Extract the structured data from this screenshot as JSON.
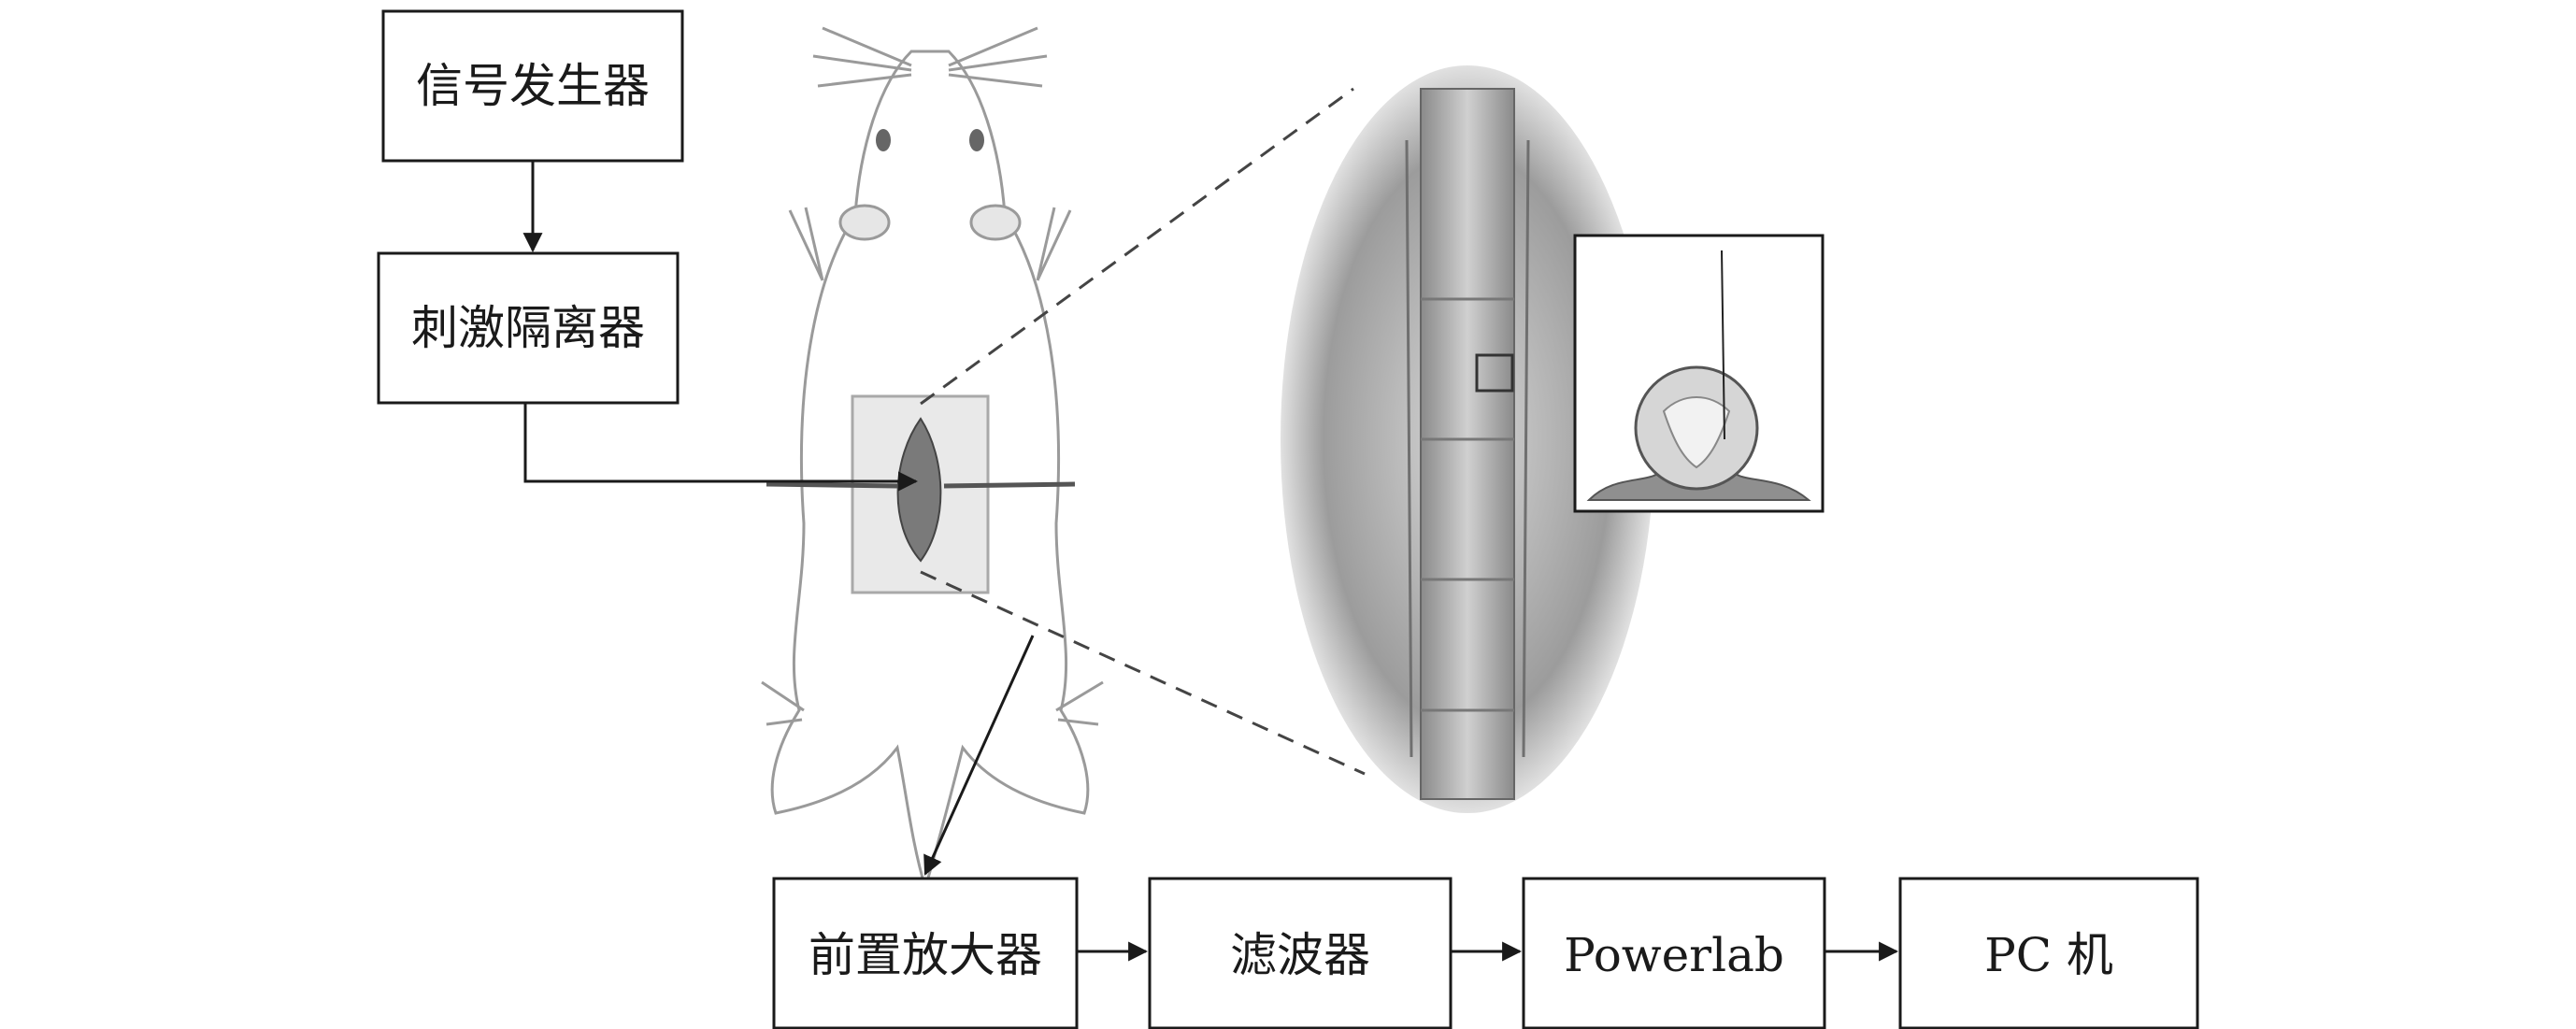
{
  "diagram": {
    "nodes": {
      "signal_generator": "信号发生器",
      "stimulus_isolator": "刺激隔离器",
      "preamplifier": "前置放大器",
      "filter": "滤波器",
      "powerlab": "Powerlab",
      "pc": "PC 机"
    },
    "edges": [
      {
        "from": "signal_generator",
        "to": "stimulus_isolator"
      },
      {
        "from": "stimulus_isolator",
        "to": "rat_spinal_cord"
      },
      {
        "from": "rat_spinal_cord",
        "to": "preamplifier"
      },
      {
        "from": "preamplifier",
        "to": "filter"
      },
      {
        "from": "filter",
        "to": "powerlab"
      },
      {
        "from": "powerlab",
        "to": "pc"
      }
    ],
    "illustrations": [
      "rat-illustration",
      "spinal-cord-closeup",
      "spinal-cross-section-inset"
    ],
    "colors": {
      "line": "#1a1a1a",
      "illustration_gray": "#9a9a9a"
    }
  }
}
